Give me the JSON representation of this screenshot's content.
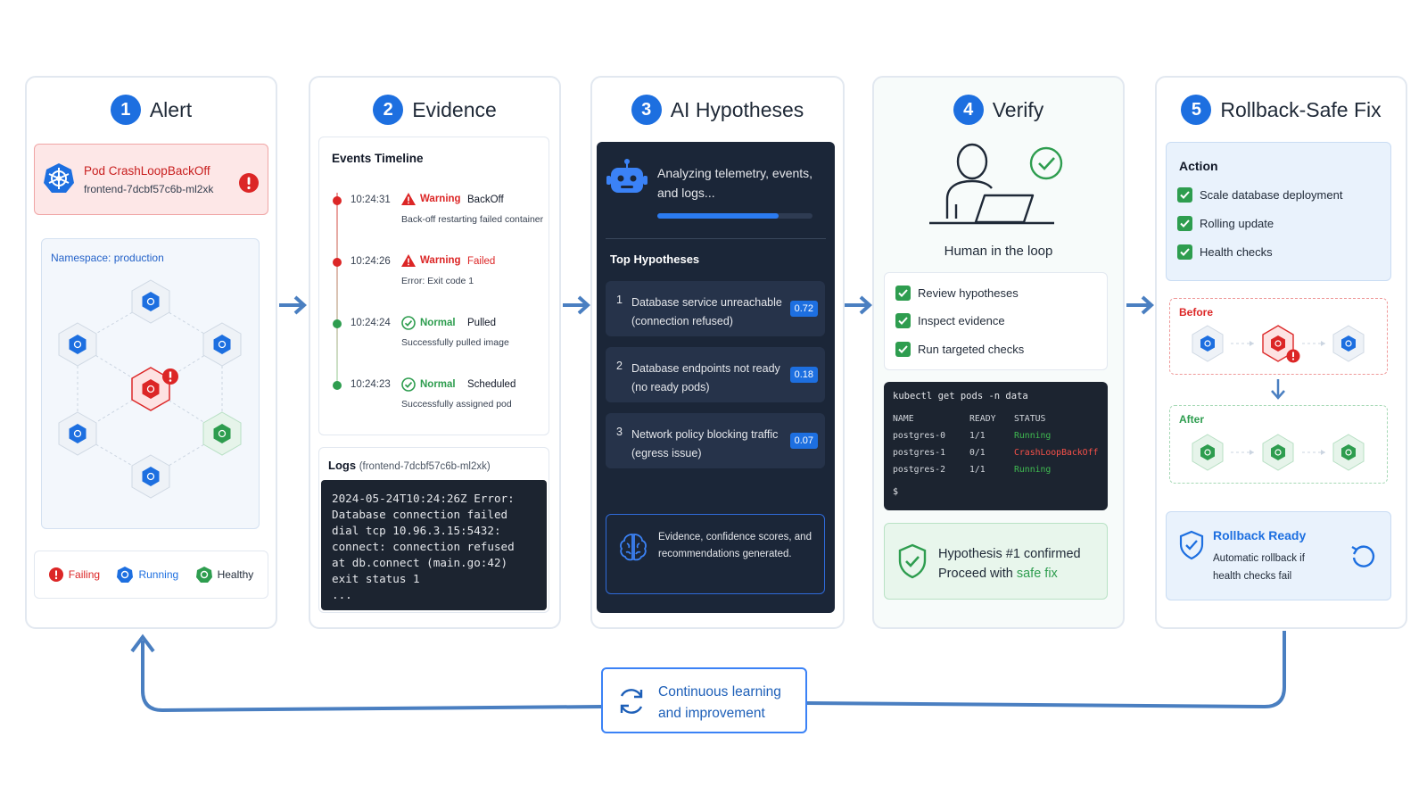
{
  "stages": [
    {
      "num": "1",
      "title": "Alert"
    },
    {
      "num": "2",
      "title": "Evidence"
    },
    {
      "num": "3",
      "title": "AI Hypotheses"
    },
    {
      "num": "4",
      "title": "Verify"
    },
    {
      "num": "5",
      "title": "Rollback-Safe Fix"
    }
  ],
  "alert": {
    "name": "Pod CrashLoopBackOff",
    "pod": "frontend-7dcbf57c6b-ml2xk",
    "namespace": "Namespace: production",
    "legend": [
      {
        "label": "Failing",
        "color": "#dc2626"
      },
      {
        "label": "Running",
        "color": "#1d6fe0"
      },
      {
        "label": "Healthy",
        "color": "#2e9d4f"
      }
    ]
  },
  "evidence": {
    "timeline_title": "Events Timeline",
    "events": [
      {
        "time": "10:24:31",
        "severity": "Warning",
        "reason": "BackOff",
        "message": "Back-off restarting failed container",
        "color": "#dc2626"
      },
      {
        "time": "10:24:26",
        "severity": "Warning",
        "reason": "Failed",
        "message": "Error: Exit code 1",
        "color": "#dc2626"
      },
      {
        "time": "10:24:24",
        "severity": "Normal",
        "reason": "Pulled",
        "message": "Successfully pulled image",
        "color": "#2e9d4f"
      },
      {
        "time": "10:24:23",
        "severity": "Normal",
        "reason": "Scheduled",
        "message": "Successfully assigned pod",
        "color": "#2e9d4f"
      }
    ],
    "logs_title": "Logs",
    "logs_pod": "(frontend-7dcbf57c6b-ml2xk)",
    "log_lines": [
      "2024-05-24T10:24:26Z Error:",
      "Database connection failed",
      "dial tcp 10.96.3.15:5432:",
      "connect: connection refused",
      "at db.connect (main.go:42)",
      "exit status 1",
      "..."
    ]
  },
  "ai": {
    "status": "Analyzing telemetry, events, and logs...",
    "progress": 0.78,
    "top_title": "Top Hypotheses",
    "hypotheses": [
      {
        "num": "1",
        "text": "Database service unreachable (connection refused)",
        "score": "0.72"
      },
      {
        "num": "2",
        "text": "Database endpoints not ready (no ready pods)",
        "score": "0.18"
      },
      {
        "num": "3",
        "text": "Network policy blocking traffic (egress issue)",
        "score": "0.07"
      }
    ],
    "summary": "Evidence, confidence scores, and recommendations generated."
  },
  "verify": {
    "human_label": "Human in the loop",
    "checks": [
      "Review hypotheses",
      "Inspect evidence",
      "Run targeted checks"
    ],
    "command": "kubectl get pods -n data",
    "columns": [
      "NAME",
      "READY",
      "STATUS"
    ],
    "pods": [
      {
        "name": "postgres-0",
        "ready": "1/1",
        "status": "Running",
        "color": "#3fb950"
      },
      {
        "name": "postgres-1",
        "ready": "0/1",
        "status": "CrashLoopBackOff",
        "color": "#f85149"
      },
      {
        "name": "postgres-2",
        "ready": "1/1",
        "status": "Running",
        "color": "#3fb950"
      }
    ],
    "prompt": "$",
    "confirm_line1": "Hypothesis #1 confirmed",
    "confirm_prefix": "Proceed with",
    "confirm_highlight": "safe fix"
  },
  "fix": {
    "action_title": "Action",
    "actions": [
      "Scale database deployment",
      "Rolling update",
      "Health checks"
    ],
    "before_label": "Before",
    "after_label": "After",
    "rollback_title": "Rollback Ready",
    "rollback_sub": "Automatic rollback if health checks fail"
  },
  "loop": {
    "line1": "Continuous learning",
    "line2": "and improvement"
  },
  "colors": {
    "primary": "#1d6fe0",
    "failing": "#dc2626",
    "healthy": "#2e9d4f",
    "arrow": "#4a7fc1"
  }
}
